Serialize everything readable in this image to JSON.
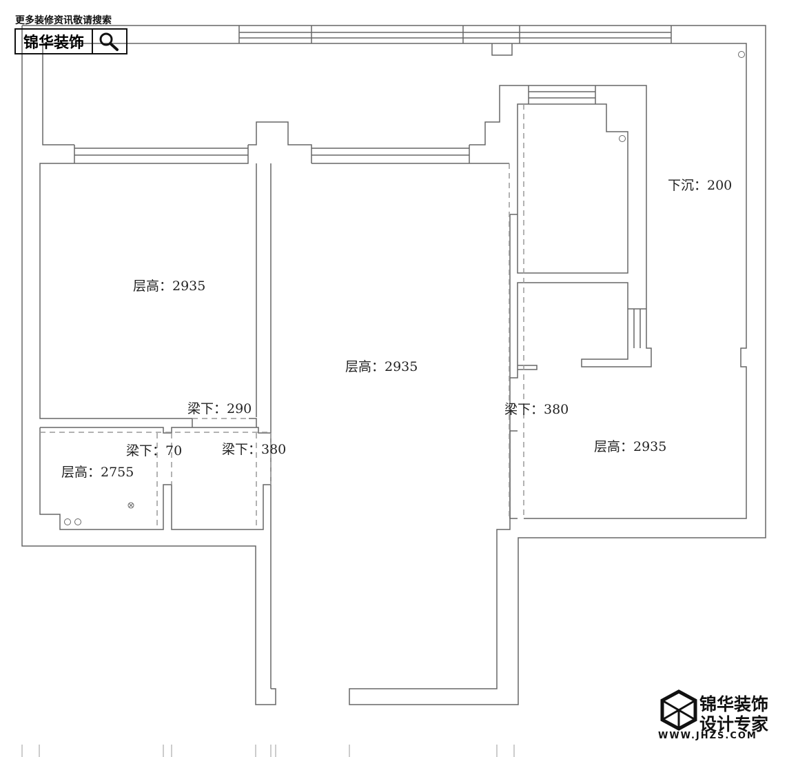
{
  "header": {
    "hint": "更多装修资讯敬请搜索",
    "search_brand": "锦华装饰",
    "search_icon": "magnifier-icon"
  },
  "labels": {
    "room_top_right_sink": "下沉：200",
    "room_left_height": "层高：2935",
    "room_center_height": "层高：2935",
    "room_right_height": "层高：2935",
    "room_small_left_height": "层高：2755",
    "beam_290": "梁下：290",
    "beam_70": "梁下：70",
    "beam_380_left": "梁下：380",
    "beam_380_right": "梁下：380"
  },
  "logo": {
    "line1": "锦华装饰",
    "line2": "设计专家",
    "url": "WWW.JHZS.COM",
    "icon": "cube-logo-icon"
  },
  "colors": {
    "wall": "#666666",
    "dash": "#888888",
    "text": "#222222"
  }
}
